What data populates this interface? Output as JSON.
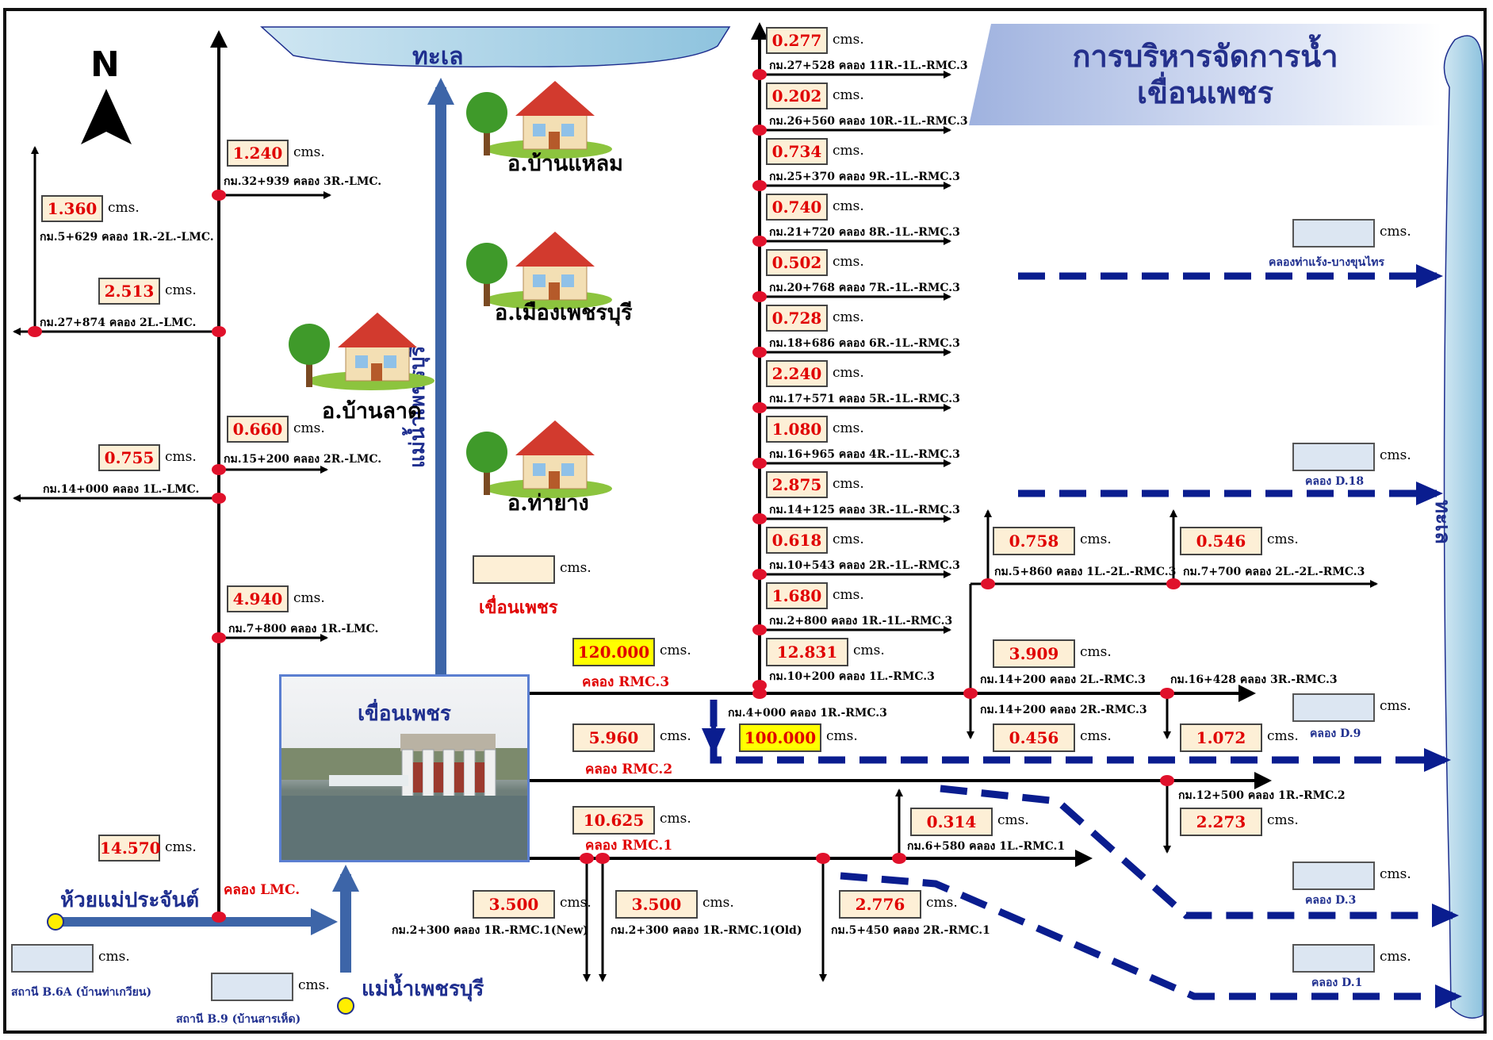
{
  "title": "การบริหารจัดการน้ำ\nเขื่อนเพชร",
  "unit": "cms.",
  "compass": {
    "letter": "N"
  },
  "sea": {
    "top": "ทะเล",
    "right": "ทะเล"
  },
  "river": {
    "main": "แม่น้ำเพชรบุรี",
    "bottom": "แม่น้ำเพชรบุรี",
    "creek": "ห้วยแม่ประจันต์"
  },
  "dam": {
    "photo_title": "เขื่อนเพชร",
    "label": "เขื่อนเพชร",
    "value": ""
  },
  "towns": [
    "อ.บ้านแหลม",
    "อ.เมืองเพชรบุรี",
    "อ.บ้านลาด",
    "อ.ท่ายาง"
  ],
  "stations": [
    {
      "label": "สถานี B.6A (บ้านท่าเกวียน)",
      "value": ""
    },
    {
      "label": "สถานี B.9 (บ้านสารเห็ด)",
      "value": ""
    }
  ],
  "lmc": {
    "main": {
      "label": "คลอง LMC.",
      "value": "14.570"
    },
    "branches": [
      {
        "value": "1.240",
        "label": "กม.32+939 คลอง 3R.-LMC."
      },
      {
        "value": "1.360",
        "label": "กม.5+629 คลอง 1R.-2L.-LMC."
      },
      {
        "value": "2.513",
        "label": "กม.27+874 คลอง 2L.-LMC."
      },
      {
        "value": "0.660",
        "label": "กม.15+200 คลอง 2R.-LMC."
      },
      {
        "value": "0.755",
        "label": "กม.14+000 คลอง 1L.-LMC."
      },
      {
        "value": "4.940",
        "label": "กม.7+800 คลอง 1R.-LMC."
      }
    ]
  },
  "rmc3": {
    "main": {
      "label": "คลอง RMC.3",
      "value": "120.000"
    },
    "diversion_value": "100.000",
    "branches": [
      {
        "value": "0.277",
        "label": "กม.27+528 คลอง 11R.-1L.-RMC.3"
      },
      {
        "value": "0.202",
        "label": "กม.26+560 คลอง 10R.-1L.-RMC.3"
      },
      {
        "value": "0.734",
        "label": "กม.25+370 คลอง 9R.-1L.-RMC.3"
      },
      {
        "value": "0.740",
        "label": "กม.21+720 คลอง 8R.-1L.-RMC.3"
      },
      {
        "value": "0.502",
        "label": "กม.20+768 คลอง 7R.-1L.-RMC.3"
      },
      {
        "value": "0.728",
        "label": "กม.18+686 คลอง 6R.-1L.-RMC.3"
      },
      {
        "value": "2.240",
        "label": "กม.17+571 คลอง 5R.-1L.-RMC.3"
      },
      {
        "value": "1.080",
        "label": "กม.16+965 คลอง 4R.-1L.-RMC.3"
      },
      {
        "value": "2.875",
        "label": "กม.14+125 คลอง 3R.-1L.-RMC.3"
      },
      {
        "value": "0.618",
        "label": "กม.10+543 คลอง 2R.-1L.-RMC.3"
      },
      {
        "value": "1.680",
        "label": "กม.2+800 คลอง 1R.-1L.-RMC.3"
      },
      {
        "value": "12.831",
        "label": "กม.10+200 คลอง 1L.-RMC.3"
      }
    ],
    "sub": [
      {
        "value": "0.758",
        "label": "กม.5+860 คลอง 1L.-2L.-RMC.3"
      },
      {
        "value": "0.546",
        "label": "กม.7+700 คลอง 2L.-2L.-RMC.3"
      },
      {
        "value": "3.909",
        "label": "กม.14+200 คลอง 2L.-RMC.3"
      },
      {
        "value": "0.456",
        "label": "กม.14+200 คลอง 2R.-RMC.3"
      },
      {
        "value": "1.072",
        "label": "กม.16+428 คลอง 3R.-RMC.3"
      }
    ],
    "km4": "กม.4+000 คลอง 1R.-RMC.3"
  },
  "rmc2": {
    "main": {
      "label": "คลอง RMC.2",
      "value": "5.960"
    },
    "branch": {
      "value": "2.273",
      "label": "กม.12+500 คลอง 1R.-RMC.2"
    }
  },
  "rmc1": {
    "main": {
      "label": "คลอง RMC.1",
      "value": "10.625"
    },
    "branches": [
      {
        "value": "3.500",
        "label": "กม.2+300 คลอง 1R.-RMC.1(New)"
      },
      {
        "value": "3.500",
        "label": "กม.2+300 คลอง 1R.-RMC.1(Old)"
      },
      {
        "value": "2.776",
        "label": "กม.5+450 คลอง 2R.-RMC.1"
      },
      {
        "value": "0.314",
        "label": "กม.6+580 คลอง 1L.-RMC.1"
      }
    ]
  },
  "drains": [
    {
      "label": "คลองท่าแร้ง-บางขุนไทร",
      "value": ""
    },
    {
      "label": "คลอง D.18",
      "value": ""
    },
    {
      "label": "คลอง D.9",
      "value": ""
    },
    {
      "label": "คลอง D.3",
      "value": ""
    },
    {
      "label": "คลอง D.1",
      "value": ""
    }
  ],
  "colors": {
    "canal": "#000000",
    "river": "#3d65a8",
    "drain": "#0a1d8f",
    "node": "#e0112b",
    "value_box": "#fdefd6",
    "value_text": "#e00000",
    "highlight": "#ffff00",
    "sea": "#b8d8ea"
  }
}
